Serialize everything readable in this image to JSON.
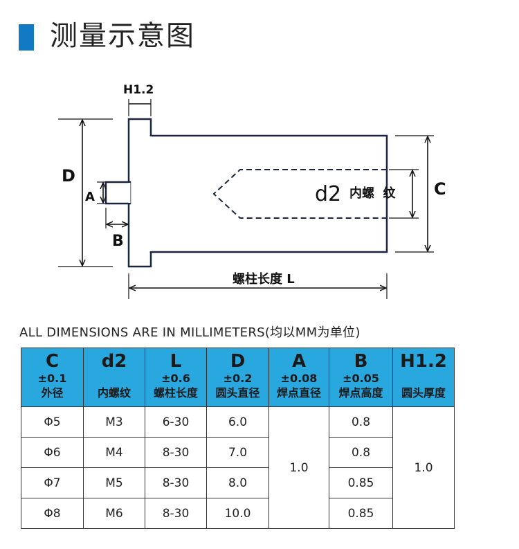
{
  "page": {
    "title": "测量示意图",
    "note": "ALL DIMENSIONS ARE IN MILLIMETERS(均以MM为单位)"
  },
  "diagram": {
    "labels": {
      "h12": "H1.2",
      "d": "D",
      "a": "A",
      "b": "B",
      "d2": "d2",
      "thread": "内螺  纹",
      "c": "C",
      "length": "螺柱长度 L"
    }
  },
  "table": {
    "headers": [
      {
        "symbol": "C",
        "tol": "±0.1",
        "cn": "外径"
      },
      {
        "symbol": "d2",
        "tol": "",
        "cn": "内螺纹"
      },
      {
        "symbol": "L",
        "tol": "±0.6",
        "cn": "螺柱长度"
      },
      {
        "symbol": "D",
        "tol": "±0.2",
        "cn": "圆头直径"
      },
      {
        "symbol": "A",
        "tol": "±0.08",
        "cn": "焊点直径"
      },
      {
        "symbol": "B",
        "tol": "±0.05",
        "cn": "焊点高度"
      },
      {
        "symbol": "H1.2",
        "tol": "",
        "cn": "圆头厚度"
      }
    ],
    "rows": [
      {
        "c": "Φ5",
        "d2": "M3",
        "l": "6-30",
        "d": "6.0",
        "b": "0.8"
      },
      {
        "c": "Φ6",
        "d2": "M4",
        "l": "8-30",
        "d": "7.0",
        "b": "0.8"
      },
      {
        "c": "Φ7",
        "d2": "M5",
        "l": "8-30",
        "d": "8.0",
        "b": "0.85"
      },
      {
        "c": "Φ8",
        "d2": "M6",
        "l": "8-30",
        "d": "10.0",
        "b": "0.85"
      }
    ],
    "a_value": "1.0",
    "h_value": "1.0"
  },
  "colors": {
    "accent": "#1279c4",
    "header_bg": "#29a8e0",
    "drawing_line": "#1a2340"
  }
}
